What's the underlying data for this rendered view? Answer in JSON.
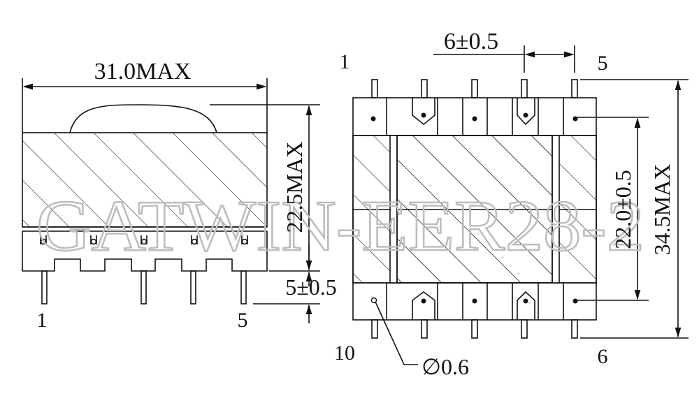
{
  "watermark": "GATWIN-EER28-2",
  "side_view": {
    "width_label": "31.0MAX",
    "height_label": "22.5MAX",
    "pin_length_label": "5±0.5",
    "pin_left_label": "1",
    "pin_right_label": "5"
  },
  "bottom_view": {
    "pitch_label": "6±0.5",
    "inner_height_label": "22.0±0.5",
    "overall_height_label": "34.5MAX",
    "hole_dia_label": "∅0.6",
    "pin_top_left_label": "1",
    "pin_top_right_label": "5",
    "pin_bottom_left_label": "10",
    "pin_bottom_right_label": "6"
  }
}
